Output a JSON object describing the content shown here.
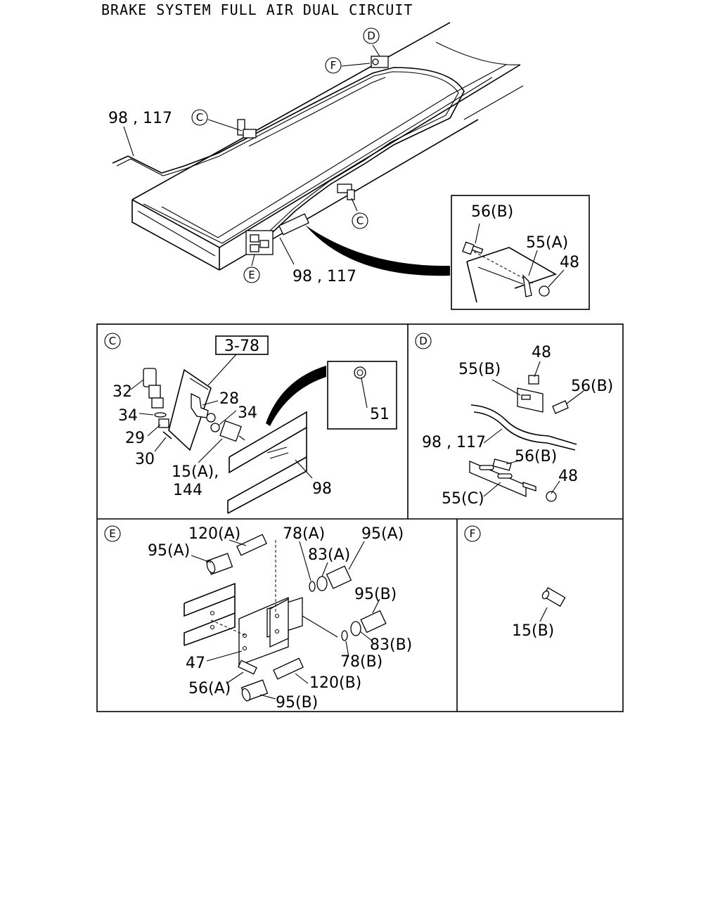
{
  "title": "BRAKE SYSTEM FULL AIR DUAL CIRCUIT",
  "overview": {
    "labels": {
      "pipe_top": "98 , 117",
      "pipe_bottom": "98 , 117",
      "bolt": "56(B)",
      "clip": "55(A)",
      "nut": "48"
    },
    "callouts": {
      "c1": "C",
      "c2": "C",
      "d": "D",
      "e": "E",
      "f": "F"
    }
  },
  "panel_c": {
    "callout": "C",
    "ref_box": "3-78",
    "labels": {
      "p32": "32",
      "p34a": "34",
      "p29": "29",
      "p30": "30",
      "p28": "28",
      "p34b": "34",
      "p15a": "15(A),",
      "p144": "144",
      "p98": "98",
      "p51": "51"
    }
  },
  "panel_d": {
    "callout": "D",
    "labels": {
      "p48a": "48",
      "p55b": "55(B)",
      "p56b_a": "56(B)",
      "p98_117": "98 , 117",
      "p56b_b": "56(B)",
      "p48b": "48",
      "p55c": "55(C)"
    }
  },
  "panel_e": {
    "callout": "E",
    "labels": {
      "p120a": "120(A)",
      "p95a_l": "95(A)",
      "p78a": "78(A)",
      "p95a_r": "95(A)",
      "p83a": "83(A)",
      "p95b_r": "95(B)",
      "p83b": "83(B)",
      "p78b": "78(B)",
      "p47": "47",
      "p56a": "56(A)",
      "p120b": "120(B)",
      "p95b_b": "95(B)"
    }
  },
  "panel_f": {
    "callout": "F",
    "labels": {
      "p15b": "15(B)"
    }
  }
}
